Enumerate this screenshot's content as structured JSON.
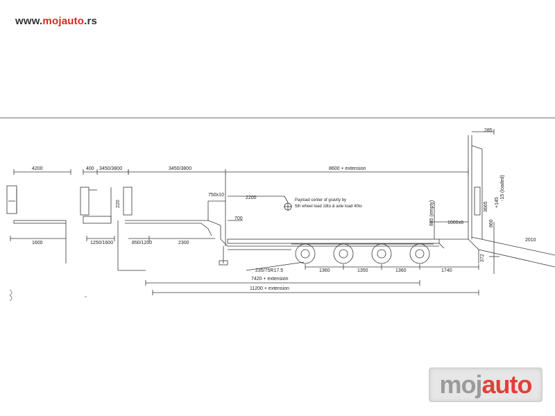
{
  "site": {
    "url_prefix": "www.",
    "url_brand": "mojauto",
    "url_suffix": ".rs"
  },
  "watermark": {
    "part1": "moj",
    "part2": "auto"
  },
  "colors": {
    "brand_red": "#e2231a",
    "line": "#333333"
  },
  "dims": {
    "front_width": "4200",
    "front_bottom": "1600",
    "mid_top_a": "400",
    "mid_top_b": "3450/3800",
    "mid_bottom": "1250/1600",
    "side_height": "220",
    "neck_bottom": "850/1200",
    "neck_len": "2300",
    "gooseneck_top": "3450/3800",
    "deck_top": "8600 + extension",
    "neck_step": "750x10",
    "cg_dist": "2200",
    "kink": "700",
    "cog_line1": "Payload center of gravity by",
    "cog_line2": "5th wheel load 18to & axle load 40to",
    "height_empty": "885 (empty)",
    "plate": "1000x8",
    "ramp_top": "285",
    "ramp_height_loaded": "-15 (loaded)",
    "ramp_height_loaded2": "+145",
    "ramp_3665": "3665",
    "ramp_860": "860",
    "ramp_len": "2010",
    "ramp_372": "372",
    "tyres": "235/75R17.5",
    "axle1": "1360",
    "axle2": "1350",
    "axle3": "1360",
    "rear_overhang": "1740",
    "len_7420": "7420 + extension",
    "len_11200": "11200 + extension"
  }
}
